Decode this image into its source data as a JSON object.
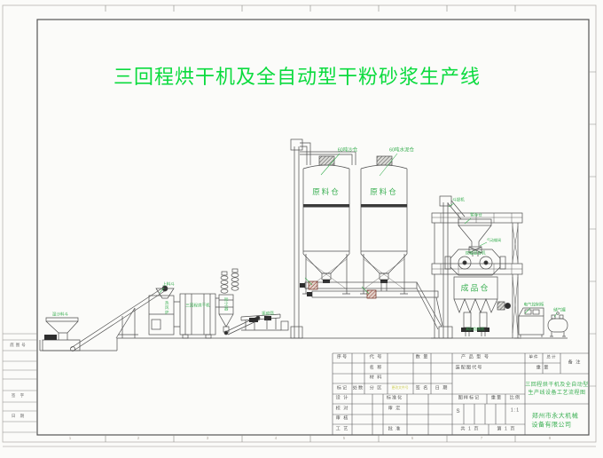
{
  "drawing": {
    "title": "三回程烘干机及全自动型干粉砂浆生产线"
  },
  "equipment_labels": {
    "wet_sand_hopper": "湿沙料斗",
    "feed_hopper": "上料斗",
    "hot_air_furnace": "热风炉",
    "three_pass_dryer": "三回程烘干机",
    "dust_collector": "除尘器",
    "vibrating_screen": "振动筛",
    "sand_silo": "60吨沙仓",
    "cement_silo": "60吨水泥仓",
    "raw_silo_1": "原料仓",
    "raw_silo_2": "原料仓",
    "bucket_elevator": "斗提机",
    "buffer_bin": "暂存仓",
    "butterfly_valve": "气动蝶阀",
    "twin_shaft_mixer": "双轴混合机",
    "product_bin": "成品仓",
    "packing_machine": "阀口包装机",
    "control_cabinet": "电气控制柜",
    "air_tank": "储气罐"
  },
  "titleblock": {
    "serial_no": "序号",
    "code": "代  号",
    "qty": "数  量",
    "product_model": "产 品 型 号",
    "unit": "单件",
    "total": "总计",
    "remark": "备  注",
    "name": "名  称",
    "assembly_code": "装配图代号",
    "weight": "重  量",
    "material": "材  料",
    "mark": "标记",
    "count": "处数",
    "zone": "分 区",
    "change_file_no": "更改文件号",
    "sign": "签 名",
    "date": "日 期",
    "design": "设 计",
    "standardize": "标准化",
    "drawing_mark": "图样标记",
    "weight2": "重量",
    "scale_label": "比例",
    "proofread": "校 对",
    "approve_check": "审 定",
    "stage_mark": "S",
    "scale_value": "1:1",
    "review": "审 核",
    "process": "工 艺",
    "approve": "批 准",
    "sheets_total": "共 1 页",
    "sheet_no": "第 1 页",
    "drawing_name_line1": "三回程烘干机及全自动型",
    "drawing_name_line2": "生产线设备工艺流程图",
    "company_line1": "郑州市永大机械",
    "company_line2": "设备有限公司"
  },
  "margin": {
    "base_drawing_no": "底图号",
    "sign": "签 字",
    "date": "日 期",
    "zone_numbers": [
      "1",
      "2",
      "3",
      "4",
      "5",
      "6",
      "7",
      "8"
    ]
  },
  "colors": {
    "title_green": "#0bdb3e",
    "label_green": "#3cb054",
    "line_gray": "#4f4f4f"
  }
}
